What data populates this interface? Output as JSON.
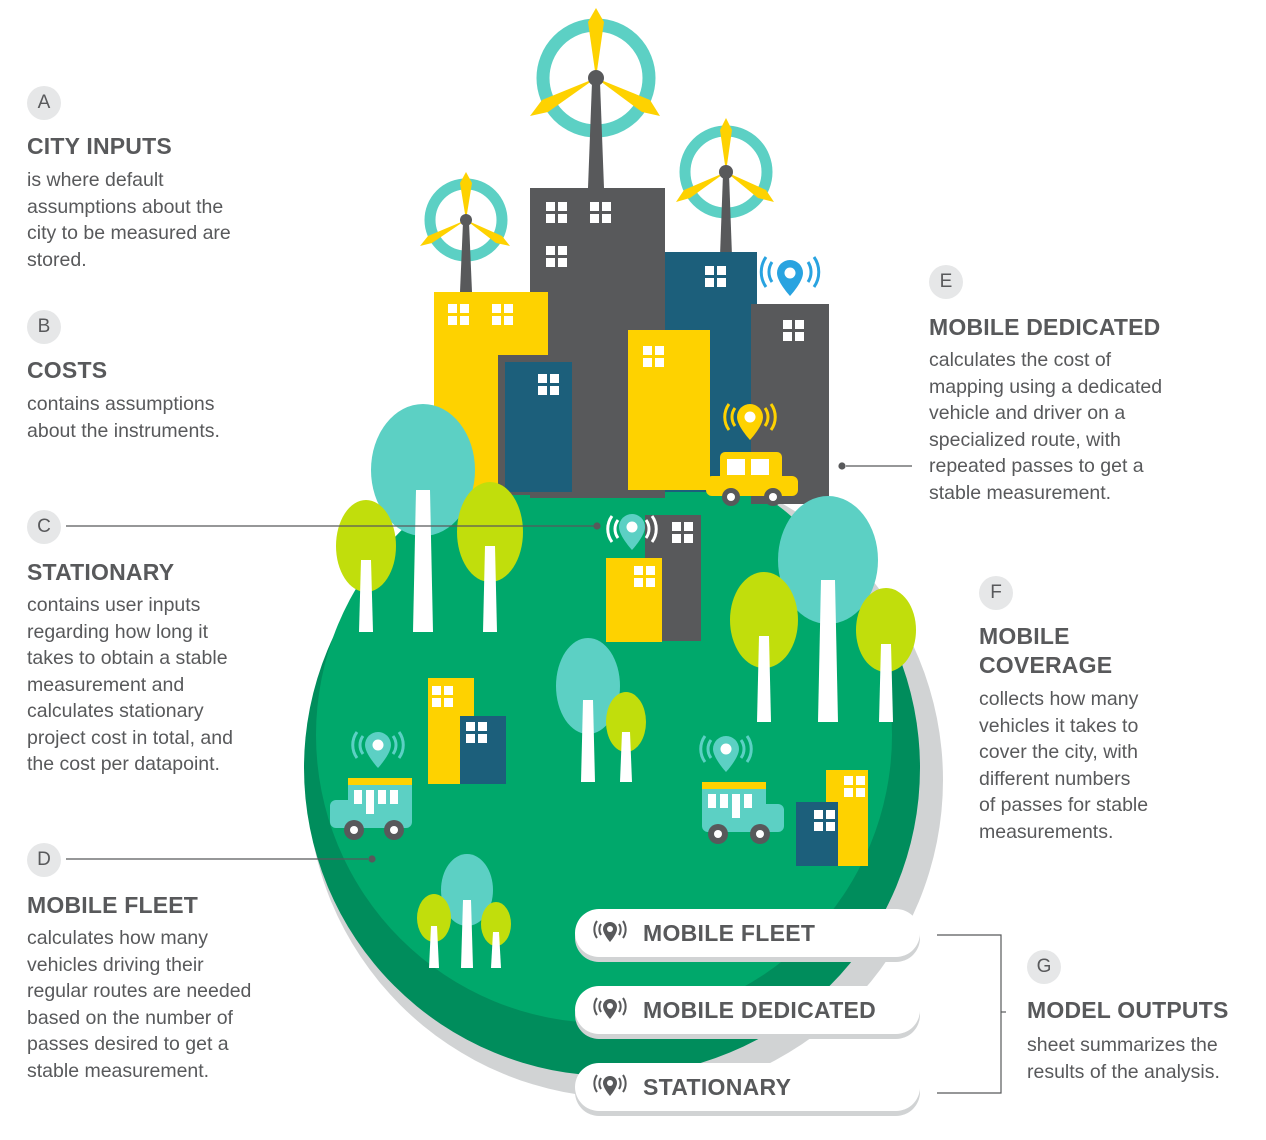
{
  "sections": {
    "a": {
      "letter": "A",
      "title": "CITY INPUTS",
      "lines": [
        "is where default",
        "assumptions about the",
        "city to be measured are",
        "stored."
      ]
    },
    "b": {
      "letter": "B",
      "title": "COSTS",
      "lines": [
        "contains assumptions",
        "about the instruments."
      ]
    },
    "c": {
      "letter": "C",
      "title": "STATIONARY",
      "lines": [
        "contains user inputs",
        "regarding how long it",
        "takes to obtain a stable",
        "measurement and",
        "calculates stationary",
        "project cost in total, and",
        "the cost per datapoint."
      ]
    },
    "d": {
      "letter": "D",
      "title": "MOBILE FLEET",
      "lines": [
        "calculates how many",
        "vehicles driving their",
        "regular routes are needed",
        "based on the number of",
        "passes desired to get a",
        "stable measurement."
      ]
    },
    "e": {
      "letter": "E",
      "title": "MOBILE DEDICATED",
      "lines": [
        "calculates the cost of",
        "mapping using a dedicated",
        "vehicle and driver on a",
        "specialized route, with",
        "repeated passes to get a",
        "stable measurement."
      ]
    },
    "f": {
      "letter": "F",
      "title_lines": [
        "MOBILE",
        "COVERAGE"
      ],
      "lines": [
        "collects how many",
        "vehicles it takes to",
        "cover the city, with",
        "different numbers",
        "of passes for stable",
        "measurements."
      ]
    },
    "g": {
      "letter": "G",
      "title": "MODEL OUTPUTS",
      "lines": [
        "sheet summarizes the",
        "results of the analysis."
      ]
    }
  },
  "outputs": [
    {
      "label": "MOBILE FLEET",
      "icon": "broadcast-pin-icon"
    },
    {
      "label": "MOBILE DEDICATED",
      "icon": "broadcast-pin-icon"
    },
    {
      "label": "STATIONARY",
      "icon": "broadcast-pin-icon"
    }
  ],
  "colors": {
    "text": "#58595b",
    "globe": "#00a86b",
    "globe_dark": "#008d5c",
    "building_dark": "#58595b",
    "building_yellow": "#fed200",
    "building_blue": "#1c5f7b",
    "tree_teal": "#5cd0c4",
    "tree_lime": "#c1de0c",
    "pin_blue": "#29a3e0",
    "pin_teal": "#5cd0c4",
    "badge_bg": "#e6e7e8"
  }
}
